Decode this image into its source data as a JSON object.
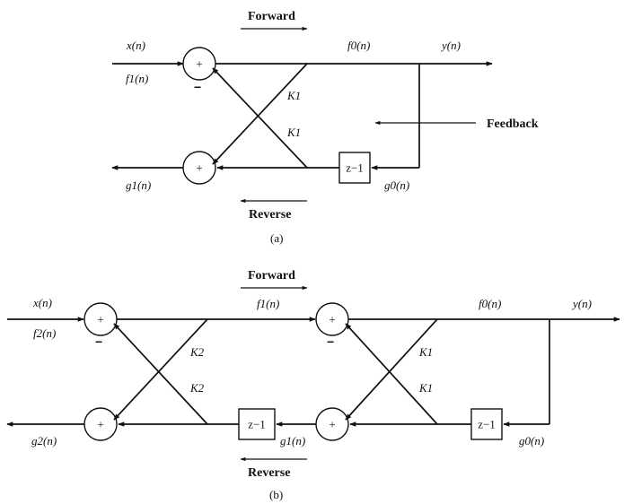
{
  "panel_a": {
    "caption": "(a)",
    "forward": "Forward",
    "reverse": "Reverse",
    "feedback": "Feedback",
    "x": "x(n)",
    "f_in": "f1(n)",
    "f_out": "f0(n)",
    "y": "y(n)",
    "g_out": "g1(n)",
    "g_in": "g0(n)",
    "k_upper": "K1",
    "k_lower": "K1",
    "delay": "z−1",
    "plus": "+",
    "minus": "−"
  },
  "panel_b": {
    "caption": "(b)",
    "forward": "Forward",
    "reverse": "Reverse",
    "x": "x(n)",
    "f_in": "f2(n)",
    "f_mid": "f1(n)",
    "f_out": "f0(n)",
    "y": "y(n)",
    "g_out": "g2(n)",
    "g_mid": "g1(n)",
    "g_in": "g0(n)",
    "k2_upper": "K2",
    "k2_lower": "K2",
    "k1_upper": "K1",
    "k1_lower": "K1",
    "delay": "z−1",
    "plus": "+",
    "minus": "−"
  }
}
